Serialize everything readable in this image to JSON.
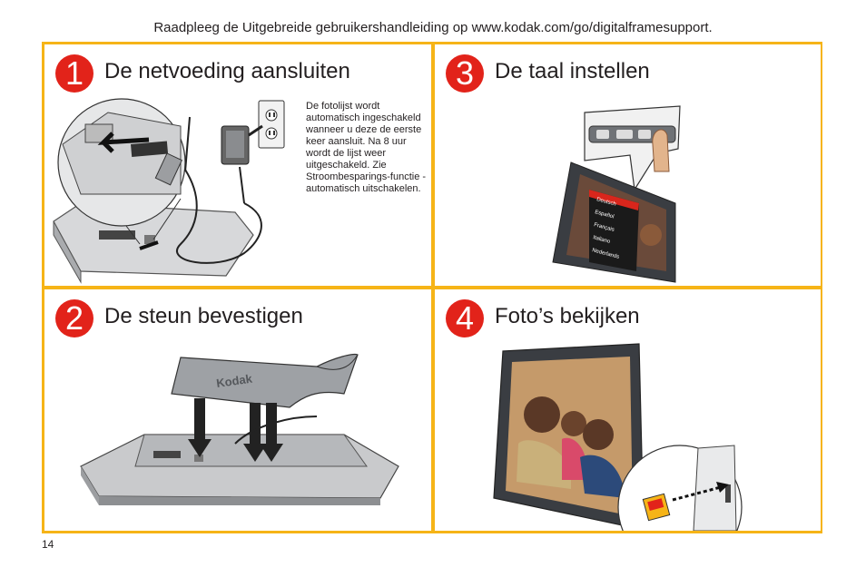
{
  "header": {
    "text": "Raadpleeg de Uitgebreide gebruikershandleiding op www.kodak.com/go/digitalframesupport."
  },
  "steps": [
    {
      "number": "1",
      "title": "De netvoeding aansluiten",
      "note": "De fotolijst wordt automatisch ingeschakeld wanneer u deze de eerste keer aansluit. Na 8 uur wordt de lijst weer uitgeschakeld. Zie Stroombesparings-functie - automatisch uitschakelen."
    },
    {
      "number": "2",
      "title": "De steun bevestigen"
    },
    {
      "number": "3",
      "title": "De taal instellen",
      "languages": [
        "Deutsch",
        "Español",
        "Français",
        "Italiano",
        "Nederlands"
      ]
    },
    {
      "number": "4",
      "title": "Foto’s bekijken"
    }
  ],
  "stand_logo": "Kodak",
  "page_number": "14",
  "colors": {
    "border": "#f6b417",
    "badge": "#e2231a",
    "frame_dark": "#3a3d42",
    "frame_silver": "#b9bcc0"
  }
}
